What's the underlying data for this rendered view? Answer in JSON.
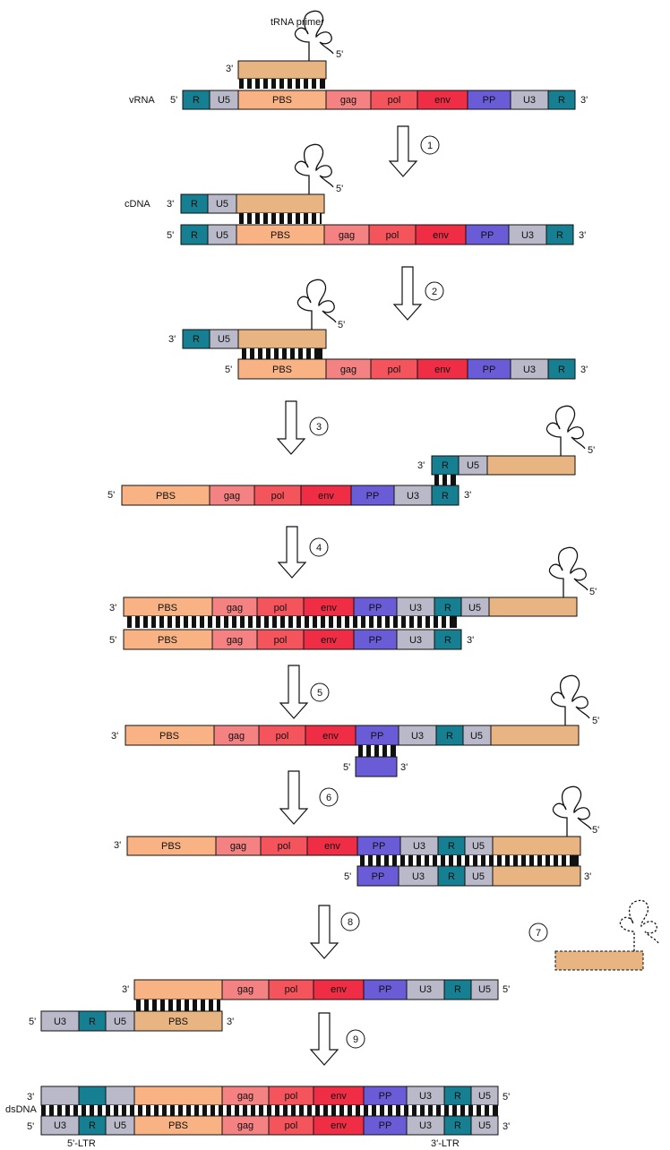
{
  "labels": {
    "trna_primer": "tRNA primer",
    "vrna": "vRNA",
    "cdna": "cDNA",
    "dsdna": "dsDNA",
    "ltr5": "5'-LTR",
    "ltr3": "3'-LTR"
  },
  "ends": {
    "five": "5'",
    "three": "3'"
  },
  "segments": {
    "R": "R",
    "U5": "U5",
    "PBS": "PBS",
    "gag": "gag",
    "pol": "pol",
    "env": "env",
    "PP": "PP",
    "U3": "U3"
  },
  "steps": [
    "1",
    "2",
    "3",
    "4",
    "5",
    "6",
    "8",
    "7",
    "9"
  ],
  "colors": {
    "R": "#167f91",
    "U5": "#b9b9c9",
    "U3": "#b9b9c9",
    "PBS": "#f8b283",
    "gag": "#f58283",
    "pol": "#f4545b",
    "env": "#ef2d45",
    "PP": "#6a5bd7",
    "primer": "#e7b482"
  }
}
